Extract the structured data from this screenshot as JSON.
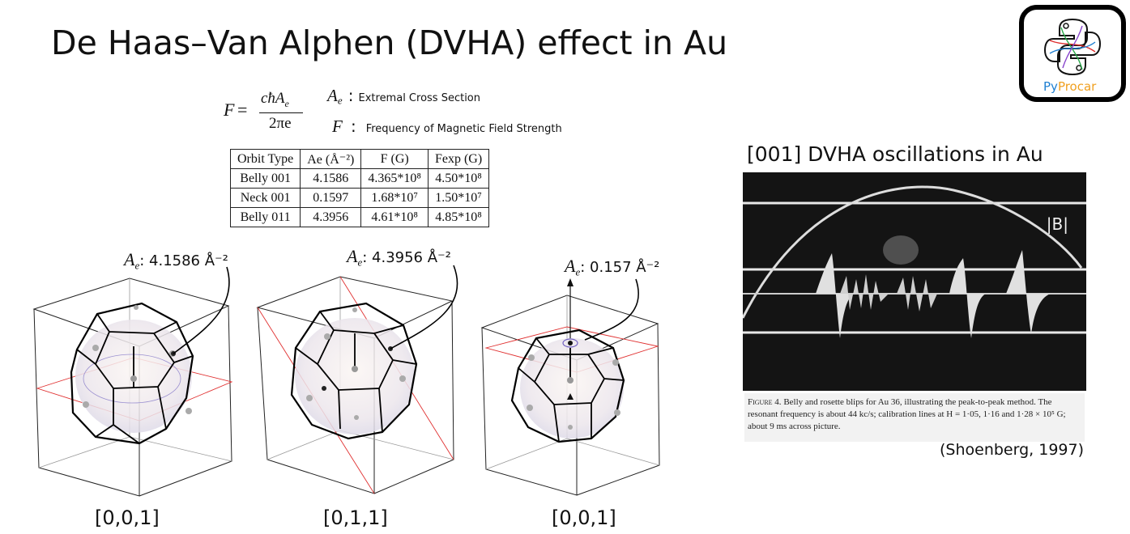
{
  "title": "De Haas–Van Alphen (DVHA) effect in Au",
  "formula": {
    "lhs": "F",
    "numerator": "cħA",
    "numerator_sub": "e",
    "denominator": "2πe"
  },
  "definitions": [
    {
      "symbol": "A",
      "sub": "e",
      "text": "Extremal Cross Section"
    },
    {
      "symbol": "F",
      "sub": "",
      "text": "Frequency of Magnetic Field Strength"
    }
  ],
  "table": {
    "headers": [
      "Orbit Type",
      "Ae (Å⁻²)",
      "F (G)",
      "Fexp (G)"
    ],
    "rows": [
      [
        "Belly 001",
        "4.1586",
        "4.365*10⁸",
        "4.50*10⁸"
      ],
      [
        "Neck 001",
        "0.1597",
        "1.68*10⁷",
        "1.50*10⁷"
      ],
      [
        "Belly 011",
        "4.3956",
        "4.61*10⁸",
        "4.85*10⁸"
      ]
    ]
  },
  "fermi_panels": [
    {
      "ae_value": "4.1586",
      "unit": "Å⁻²",
      "direction": "[0,0,1]"
    },
    {
      "ae_value": "4.3956",
      "unit": "Å⁻²",
      "direction": "[0,1,1]"
    },
    {
      "ae_value": "0.157",
      "unit": "Å⁻²",
      "direction": "[0,0,1]"
    }
  ],
  "oscillation": {
    "title": "[001] DVHA oscillations in Au",
    "b_label": "|B|",
    "caption_lead": "Figure 4.",
    "caption": "Belly and rosette blips for Au 36, illustrating the peak-to-peak method. The resonant frequency is about 44 kc/s; calibration lines at H = 1·05, 1·16 and 1·28 × 10⁵ G; about 9 ms across picture.",
    "citation": "(Shoenberg, 1997)"
  },
  "logo": {
    "text_a": "Py",
    "text_b": "Procar"
  },
  "colors": {
    "logo_py": "#1e7fd1",
    "logo_procar": "#f0a020",
    "zone_plane": "#e03030"
  }
}
